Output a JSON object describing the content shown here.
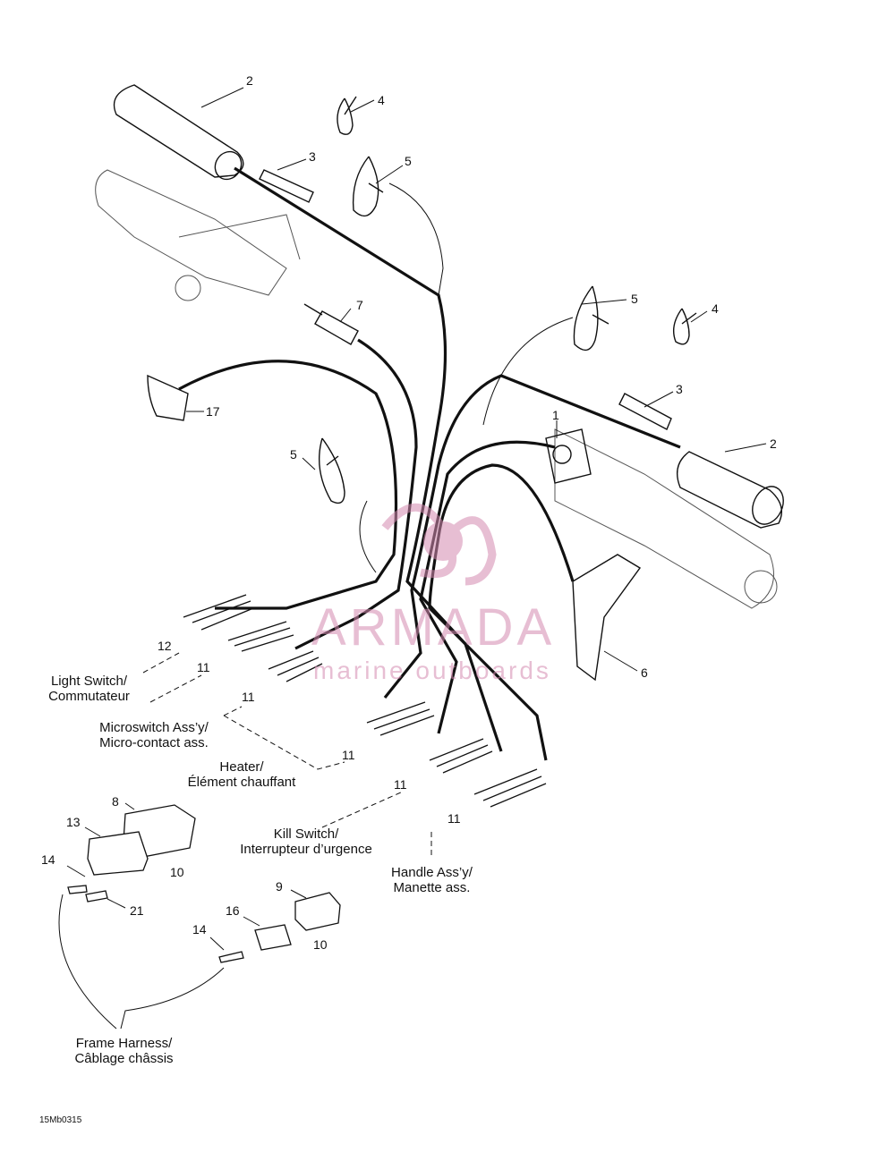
{
  "callouts": {
    "grip_left": "2",
    "grip_right": "2",
    "sleeve_left": "3",
    "sleeve_right": "3",
    "tie_left": "4",
    "tie_right": "4",
    "clamp_top_left": "5",
    "clamp_top_right": "5",
    "clamp_mid_left": "5",
    "resistor": "7",
    "element_17": "17",
    "switch_1": "1",
    "lever": "6",
    "terminals_12": "12",
    "terminals_11_a": "11",
    "terminals_11_b": "11",
    "terminals_11_c": "11",
    "terminals_11_d": "11",
    "terminals_11_e": "11",
    "housing_8": "8",
    "housing_13": "13",
    "seal_10_a": "10",
    "pin_14_a": "14",
    "pin_21": "21",
    "housing_9": "9",
    "housing_16": "16",
    "pin_14_b": "14",
    "seal_10_b": "10"
  },
  "labels": {
    "light_switch": [
      "Light Switch/",
      "Commutateur"
    ],
    "microswitch": [
      "Microswitch Ass’y/",
      "Micro-contact ass."
    ],
    "heater": [
      "Heater/",
      "Élément chauffant"
    ],
    "kill_switch": [
      "Kill Switch/",
      "Interrupteur d’urgence"
    ],
    "handle": [
      "Handle Ass’y/",
      "Manette ass."
    ],
    "frame_harness": [
      "Frame Harness/",
      "Câblage châssis"
    ]
  },
  "drawing_code": "15Mb0315",
  "watermark": {
    "brand": "ARMADA",
    "tagline": "marine outboards",
    "color": "#d48ab0"
  }
}
